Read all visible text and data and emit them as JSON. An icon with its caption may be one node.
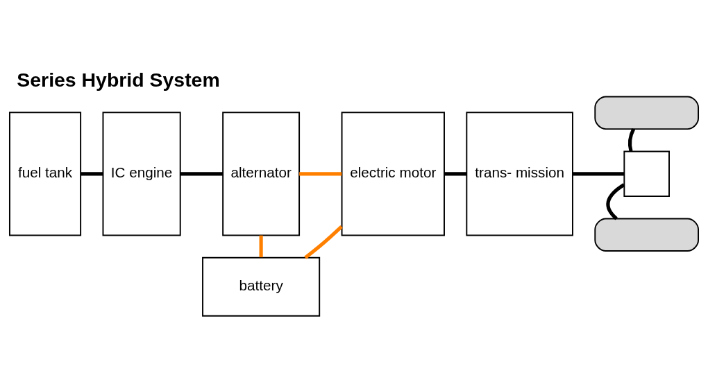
{
  "diagram": {
    "title": "Series Hybrid System",
    "nodes": [
      {
        "text": [
          "fuel tank"
        ]
      },
      {
        "text": [
          "IC engine"
        ]
      },
      {
        "text": [
          "alternator"
        ]
      },
      {
        "text": [
          "electric motor"
        ]
      },
      {
        "text": [
          "trans- mission"
        ]
      },
      {
        "text": [
          "battery"
        ]
      },
      {
        "text": [],
        "shape": "box"
      },
      {
        "text": [],
        "shape": "box"
      },
      {
        "text": [],
        "shape": "box"
      }
    ],
    "edges": [
      {
        "from": 0,
        "to": 1,
        "arrow": "none"
      },
      {
        "from": 1,
        "to": 2,
        "arrow": "none"
      },
      {
        "from": 2,
        "to": 3,
        "arrow": "none",
        "color": "#ff8000"
      },
      {
        "from": 2,
        "to": 5,
        "arrow": "none",
        "color": "#ff8000"
      },
      {
        "from": 5,
        "to": 3,
        "arrow": "none",
        "color": "#ff8000"
      },
      {
        "from": 3,
        "to": 4,
        "arrow": "none"
      },
      {
        "from": 4,
        "to": 7,
        "arrow": "none"
      },
      {
        "from": 7,
        "to": 6,
        "arrow": "none"
      },
      {
        "from": 7,
        "to": 8,
        "arrow": "none"
      }
    ]
  }
}
